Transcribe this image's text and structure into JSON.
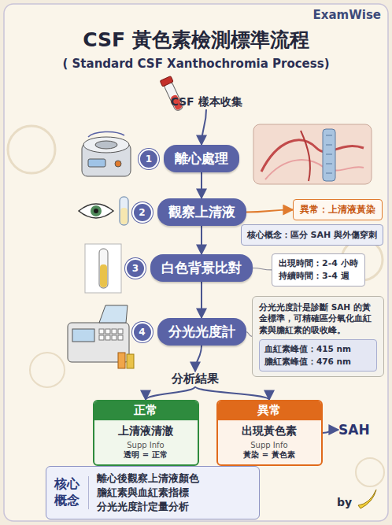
{
  "diagram": {
    "title": "CSF 黃色素檢測標準流程",
    "nodes": [
      {
        "text": [
          "CSF 樣本收集"
        ]
      },
      {
        "text": [
          "1",
          "離心處理"
        ]
      },
      {
        "text": [
          "2",
          "觀察上清液"
        ]
      },
      {
        "text": [
          "異常：上清液黃染"
        ]
      },
      {
        "text": [
          "核心概念：區分 SAH 與外傷穿刺"
        ]
      },
      {
        "text": [
          "3",
          "白色背景比對"
        ]
      },
      {
        "text": [
          "出現時間：2-4 小時",
          "持續時間：3-4 週"
        ]
      },
      {
        "text": [
          "4",
          "分光光度計"
        ]
      },
      {
        "text": [
          "分光光度計是診斷 SAH 的黃金標準，可精確區分氧化血紅素與膽紅素的吸收峰。"
        ]
      },
      {
        "text": [
          "血紅素峰值：415 nm",
          "膽紅素峰值：476 nm"
        ],
        "in": 8
      },
      {
        "text": [
          "分析結果"
        ]
      },
      {
        "text": [
          "正常",
          "上清液清澈",
          "Supp Info",
          "透明 = 正常"
        ]
      },
      {
        "text": [
          "異常",
          "出現黃色素",
          "Supp Info",
          "黃染 = 黃色素"
        ]
      },
      {
        "text": [
          "SAH"
        ]
      },
      {
        "text": [
          "核心概念",
          "離心後觀察上清液顏色",
          "膽紅素與血紅素指標",
          "分光光度計定量分析"
        ]
      }
    ],
    "edges": [
      {
        "from": 0,
        "to": 1,
        "arrow": "to"
      },
      {
        "from": 1,
        "to": 2,
        "arrow": "to"
      },
      {
        "from": 2,
        "to": 3,
        "arrow": "to"
      },
      {
        "from": 2,
        "to": 5,
        "arrow": "to"
      },
      {
        "from": 5,
        "to": 6,
        "arrow": "none"
      },
      {
        "from": 5,
        "to": 7,
        "arrow": "to"
      },
      {
        "from": 7,
        "to": 8,
        "arrow": "none"
      },
      {
        "from": 7,
        "to": 10,
        "arrow": "to"
      },
      {
        "from": 10,
        "to": 11,
        "arrow": "to"
      },
      {
        "from": 10,
        "to": 12,
        "arrow": "to"
      },
      {
        "from": 12,
        "to": 13,
        "arrow": "to"
      }
    ],
    "labels": [
      "ExamWise",
      "( Standard CSF Xanthochromia Process)",
      "by"
    ]
  }
}
